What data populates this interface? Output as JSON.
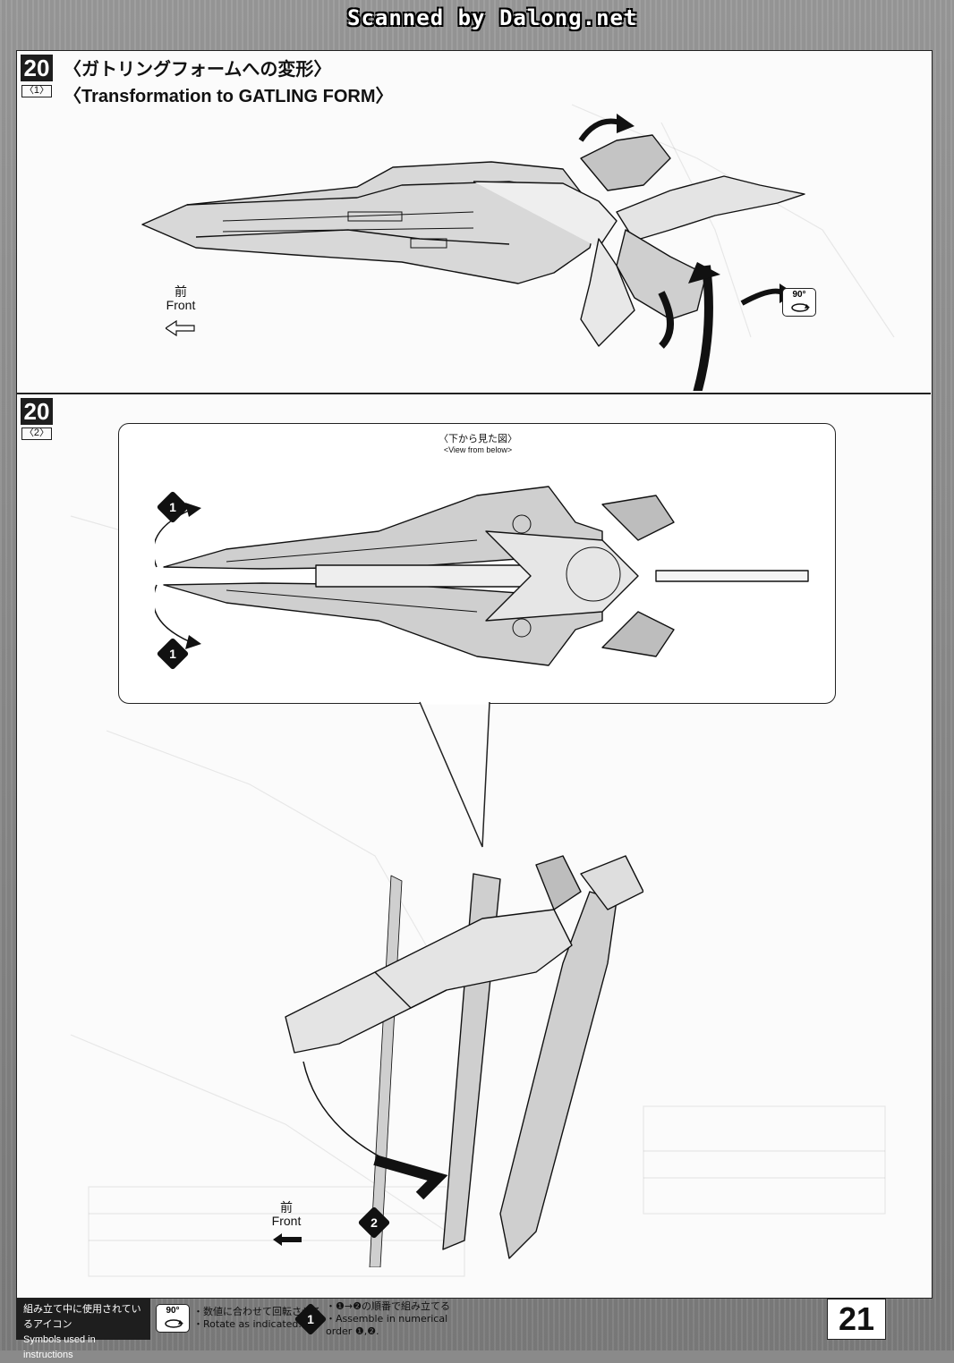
{
  "scan_header": "Scanned by Dalong.net",
  "section1": {
    "step": "20",
    "sub": "〈1〉",
    "title_jp": "〈ガトリングフォームへの変形〉",
    "title_en": "〈Transformation to GATLING FORM〉",
    "front_jp": "前",
    "front_en": "Front",
    "rotate_deg": "90°"
  },
  "section2": {
    "step": "20",
    "sub": "〈2〉",
    "view_title_jp": "〈下から見た図〉",
    "view_title_en": "<View from below>",
    "badge1": "1",
    "badge2": "2",
    "front_jp": "前",
    "front_en": "Front"
  },
  "legend": {
    "title_jp": "組み立て中に使用されているアイコン",
    "title_en": "Symbols used in instructions",
    "rotate_deg": "90°",
    "rotate_jp": "・数値に合わせて回転させる",
    "rotate_en": "・Rotate as indicated.",
    "order_num": "1",
    "order_jp": "・❶→❷の順番で組み立てる",
    "order_en1": "・Assemble in numerical",
    "order_en2": "order ❶,❷."
  },
  "page_number": "21"
}
